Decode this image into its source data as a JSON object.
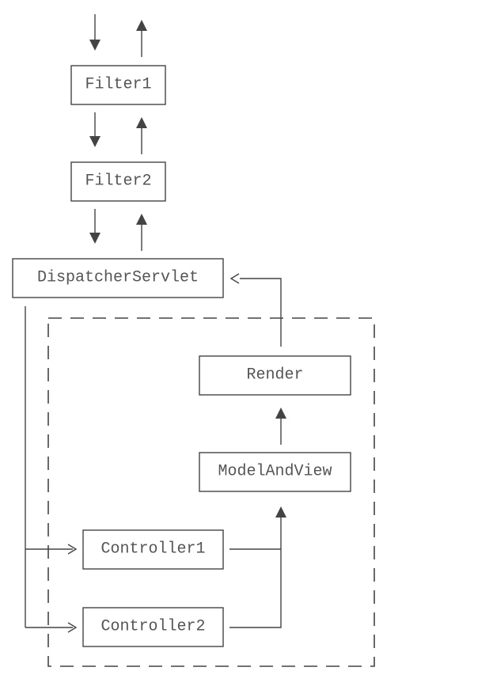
{
  "diagram": {
    "nodes": {
      "filter1": "Filter1",
      "filter2": "Filter2",
      "dispatcher": "DispatcherServlet",
      "render": "Render",
      "model_and_view": "ModelAndView",
      "controller1": "Controller1",
      "controller2": "Controller2"
    },
    "colors": {
      "stroke": "#444444",
      "text": "#555555",
      "background": "#ffffff"
    }
  }
}
